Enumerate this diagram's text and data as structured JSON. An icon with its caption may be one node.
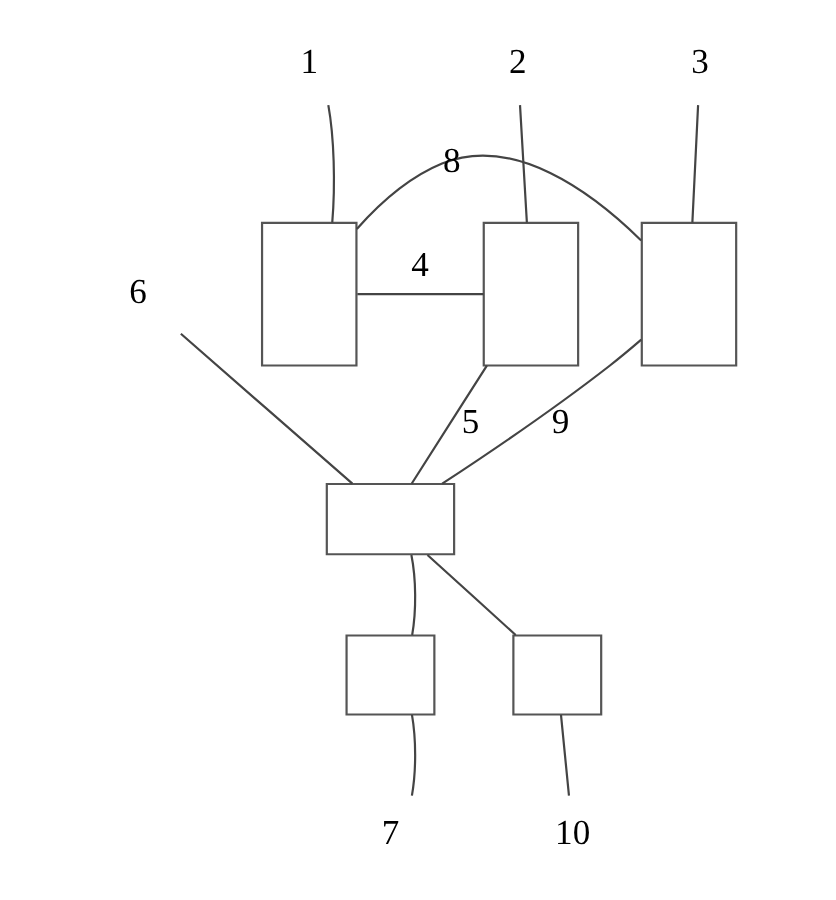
{
  "diagram": {
    "nodes": [
      {
        "text": [],
        "shape": "box"
      },
      {
        "text": [],
        "shape": "box"
      },
      {
        "text": [],
        "shape": "box"
      },
      {
        "text": [
          "1"
        ]
      },
      {
        "text": [
          "2"
        ]
      },
      {
        "text": [
          "3"
        ]
      },
      {
        "text": [],
        "shape": "box"
      },
      {
        "text": [
          "6"
        ]
      },
      {
        "text": [],
        "shape": "box"
      },
      {
        "text": [],
        "shape": "box"
      },
      {
        "text": [
          "7"
        ]
      },
      {
        "text": [
          "10"
        ]
      }
    ],
    "edges": [
      {
        "from": 0,
        "to": 2,
        "arrow": "none",
        "label": "8"
      },
      {
        "from": 0,
        "to": 1,
        "arrow": "none",
        "label": "4"
      },
      {
        "from": 6,
        "to": 1,
        "arrow": "none",
        "label": "5"
      },
      {
        "from": 6,
        "to": 2,
        "arrow": "none",
        "label": "9"
      },
      {
        "from": 6,
        "to": 8,
        "arrow": "none"
      },
      {
        "from": 6,
        "to": 9,
        "arrow": "none"
      },
      {
        "from": 3,
        "to": 0,
        "arrow": "none"
      },
      {
        "from": 4,
        "to": 1,
        "arrow": "none"
      },
      {
        "from": 5,
        "to": 2,
        "arrow": "none"
      },
      {
        "from": 7,
        "to": 6,
        "arrow": "none"
      },
      {
        "from": 10,
        "to": 8,
        "arrow": "none"
      },
      {
        "from": 11,
        "to": 9,
        "arrow": "none"
      }
    ]
  }
}
